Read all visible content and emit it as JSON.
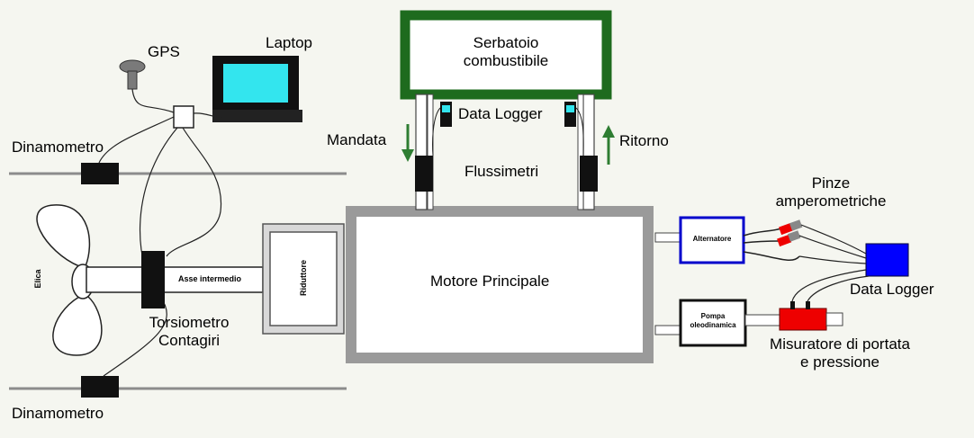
{
  "labels": {
    "gps": "GPS",
    "laptop": "Laptop",
    "tank_line1": "Serbatoio",
    "tank_line2": "combustibile",
    "data_logger_top": "Data Logger",
    "mandata": "Mandata",
    "ritorno": "Ritorno",
    "flussimetri": "Flussimetri",
    "dinamometro_top": "Dinamometro",
    "dinamometro_bottom": "Dinamometro",
    "elica": "Elica",
    "asse": "Asse intermedio",
    "riduttore": "Riduttore",
    "torsiometro_line1": "Torsiometro",
    "torsiometro_line2": "Contagiri",
    "motore": "Motore Principale",
    "pinze_line1": "Pinze",
    "pinze_line2": "amperometriche",
    "alternatore": "Alternatore",
    "pompa_line1": "Pompa",
    "pompa_line2": "oleodinamica",
    "data_logger_right": "Data Logger",
    "misuratore_line1": "Misuratore di portata",
    "misuratore_line2": "e pressione"
  },
  "colors": {
    "tank_border": "#1e6b1e",
    "engine_border": "#9a9a9a",
    "alternator_border": "#0000cc",
    "arrow_green": "#2e7d32",
    "logger_blue": "#0000ff",
    "meter_red": "#ee0000",
    "screen_cyan": "#33e5ee"
  }
}
